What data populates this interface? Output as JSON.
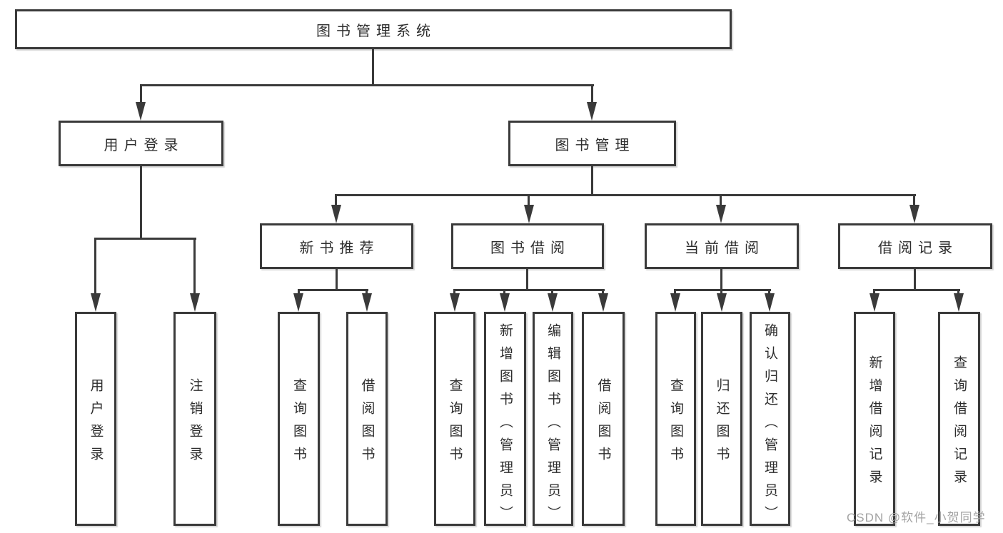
{
  "colors": {
    "background": "#ffffff",
    "line": "#3a3a3a",
    "box_border": "#3a3a3a",
    "text": "#2d2d2d",
    "watermark": "#a3a3a3"
  },
  "watermark": "CSDN @软件_小贺同学",
  "tree": {
    "root": "图书管理系统",
    "user_login": {
      "label": "用户登录",
      "children": [
        "用户登录",
        "注销登录"
      ]
    },
    "book_mgmt": {
      "label": "图书管理",
      "sections": {
        "new_book": {
          "label": "新书推荐",
          "children": [
            "查询图书",
            "借阅图书"
          ]
        },
        "borrow": {
          "label": "图书借阅",
          "children": [
            "查询图书",
            "新增图书（管理员）",
            "编辑图书（管理员）",
            "借阅图书"
          ]
        },
        "current": {
          "label": "当前借阅",
          "children": [
            "查询图书",
            "归还图书",
            "确认归还（管理员）"
          ]
        },
        "records": {
          "label": "借阅记录",
          "children": [
            "新增借阅记录",
            "查询借阅记录"
          ]
        }
      }
    }
  }
}
